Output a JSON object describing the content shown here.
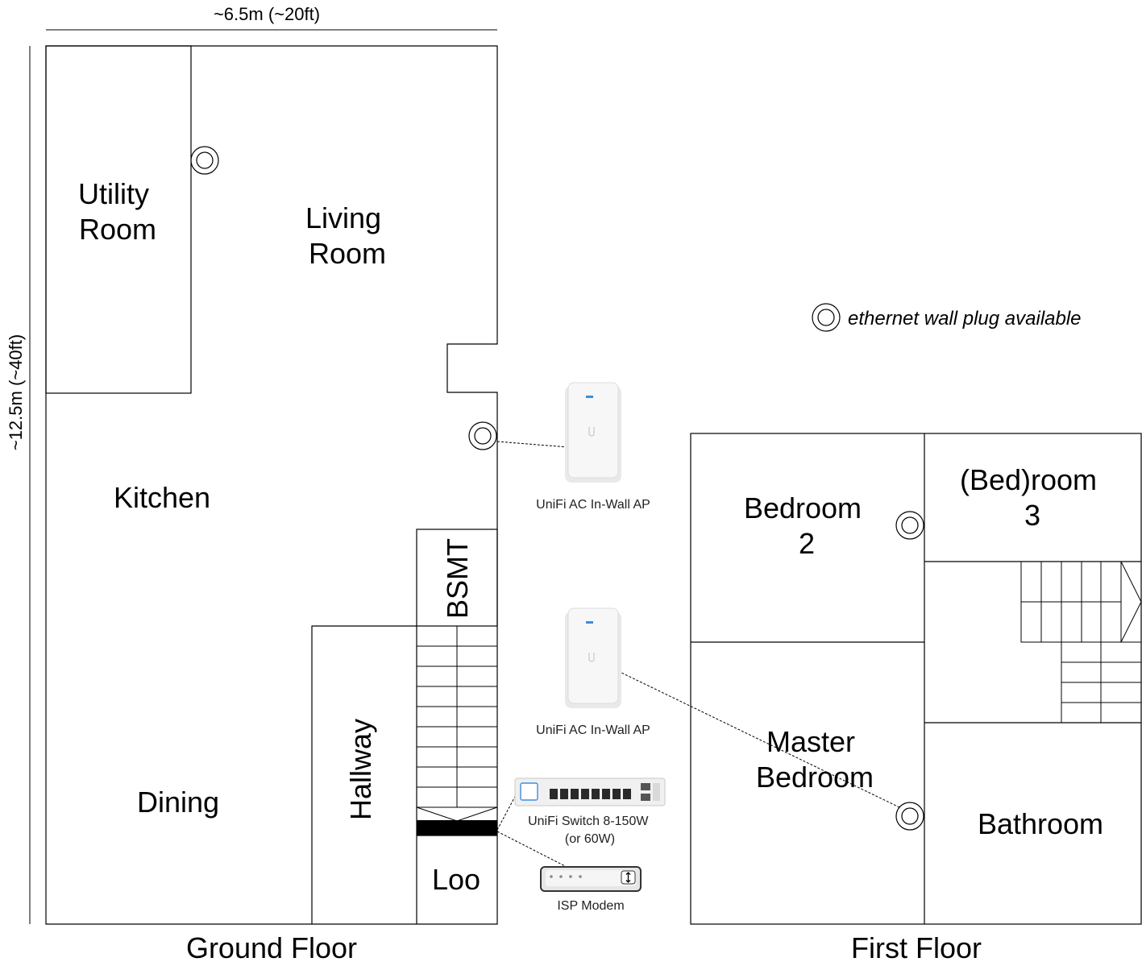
{
  "dimensions": {
    "width_label": "~6.5m (~20ft)",
    "height_label": "~12.5m (~40ft)"
  },
  "floors": {
    "ground": "Ground Floor",
    "first": "First Floor"
  },
  "rooms": {
    "utility": [
      "Utility",
      "Room"
    ],
    "living": [
      "Living",
      "Room"
    ],
    "kitchen": "Kitchen",
    "bsmt": "BSMT",
    "hallway": "Hallway",
    "dining": "Dining",
    "loo": "Loo",
    "bedroom2": [
      "Bedroom",
      "2"
    ],
    "bedroom3": [
      "(Bed)room",
      "3"
    ],
    "master": [
      "Master",
      "Bedroom"
    ],
    "bathroom": "Bathroom"
  },
  "legend": {
    "icon": "ethernet-plug-icon",
    "text": "ethernet wall plug available"
  },
  "devices": {
    "ap_upper": "UniFi AC In-Wall AP",
    "ap_lower": "UniFi AC In-Wall AP",
    "switch": [
      "UniFi Switch 8-150W",
      "(or 60W)"
    ],
    "modem": "ISP Modem"
  },
  "colors": {
    "wall": "#000000",
    "device_body": "#f4f4f4",
    "device_accent": "#3b8de0",
    "port": "#2a2a2a"
  }
}
